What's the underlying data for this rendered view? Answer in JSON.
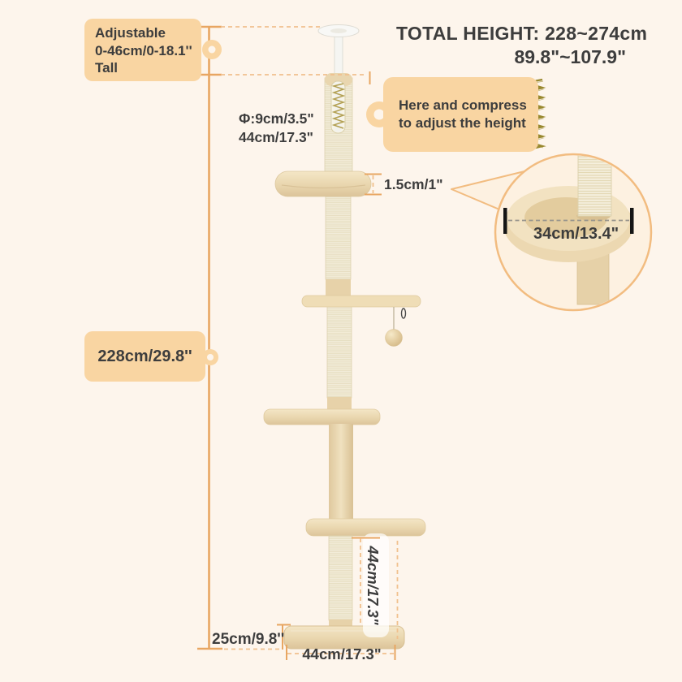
{
  "colors": {
    "background": "#fdf5ec",
    "callout_fill": "#f9d5a2",
    "dimension_line": "#e8a662",
    "dimension_dash": "#f0c08d",
    "text_dark": "#3d3d3d",
    "inset_fill": "#fdf1e1",
    "inset_border": "#f2bc80",
    "spring_color": "#99882e"
  },
  "header": {
    "total_height_line1": "TOTAL HEIGHT: 228~274cm",
    "total_height_line2": "89.8\"~107.9\""
  },
  "callouts": {
    "adjustable": {
      "line1": "Adjustable",
      "line2": "0-46cm/0-18.1''",
      "line3": "Tall"
    },
    "compress": {
      "line1": "Here and compress",
      "line2": "to adjust the height"
    },
    "overall_height": {
      "label": "228cm/29.8''"
    }
  },
  "measurements": {
    "pole_diameter_line1": "Φ:9cm/3.5\"",
    "pole_diameter_line2": "44cm/17.3\"",
    "platform_thickness": "1.5cm/1\"",
    "perch_diameter": "34cm/13.4\"",
    "base_depth": "25cm/9.8''",
    "lower_section_height": "44cm/17.3\"",
    "base_width": "44cm/17.3\""
  },
  "icons": {
    "spring": "spring-coil-icon",
    "ring_marker": "ring-marker-icon",
    "magnifier_inset": "zoom-circle-inset"
  }
}
